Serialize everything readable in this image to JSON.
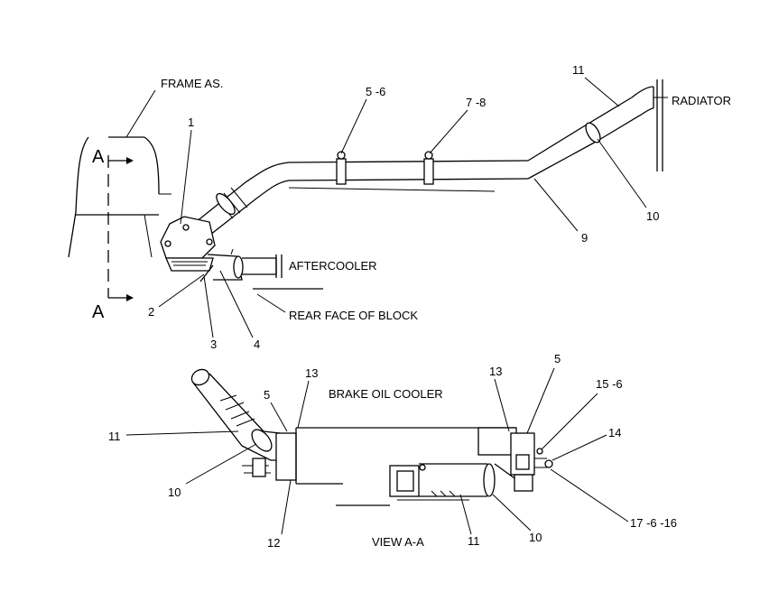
{
  "labels": {
    "frame": "FRAME AS.",
    "radiator": "RADIATOR",
    "aftercooler": "AFTERCOOLER",
    "rear_face": "REAR FACE OF BLOCK",
    "brake_oil_cooler": "BRAKE OIL COOLER",
    "view": "VIEW A-A",
    "section_mark": "A"
  },
  "callouts_top": {
    "c1": "1",
    "c2": "2",
    "c3": "3",
    "c4": "4",
    "c5_6": "5 -6",
    "c7_8": "7 -8",
    "c9": "9",
    "c10": "10",
    "c11": "11"
  },
  "callouts_bottom": {
    "c5a": "5",
    "c13a": "13",
    "c11a": "11",
    "c10a": "10",
    "c12": "12",
    "c13b": "13",
    "c5b": "5",
    "c15_6": "15 -6",
    "c14": "14",
    "c17_6_16": "17 -6 -16",
    "c10b": "10",
    "c11b": "11"
  }
}
